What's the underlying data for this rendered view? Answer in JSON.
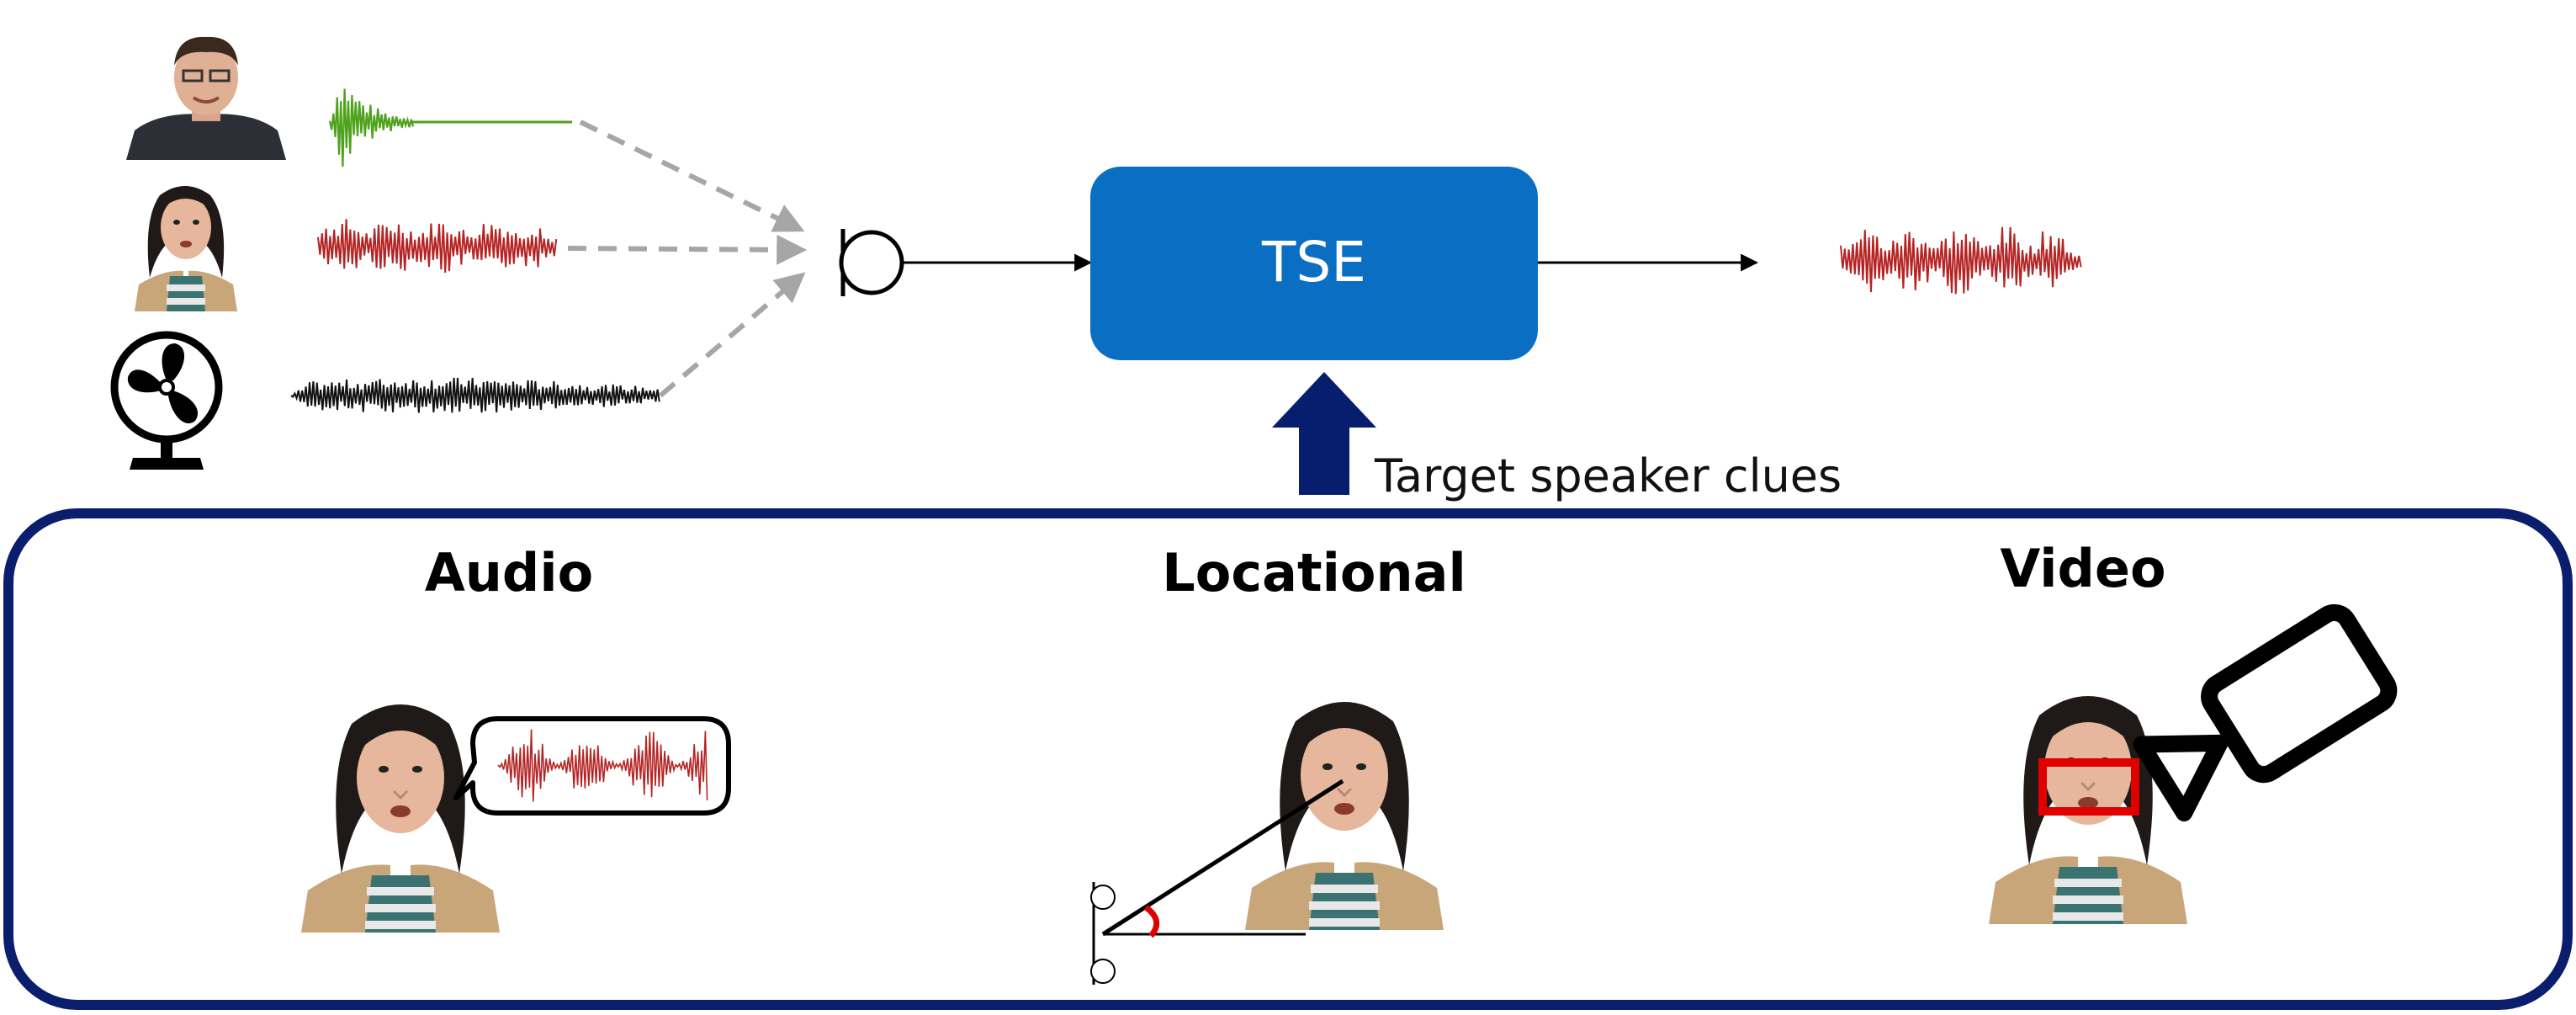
{
  "diagram": {
    "tse_label": "TSE",
    "clues_label": "Target speaker clues",
    "modalities": [
      "Audio",
      "Locational",
      "Video"
    ]
  },
  "colors": {
    "tse_box": "#0a6fc2",
    "clue_panel_border": "#0b1e6e",
    "clue_arrow": "#071d6e",
    "wave_male": "#4ea21c",
    "wave_female": "#b52424",
    "wave_noise": "#111111",
    "mic_connector": "#a6a6a6",
    "angle_mark": "#e00000",
    "mouth_box": "#e00000",
    "skin": "#e6b79c",
    "hair": "#1f1a18",
    "jacket": "#c9a57a",
    "shirt_stripes": "#3b7372"
  },
  "icons": [
    "male-speaker-photo",
    "female-speaker-photo",
    "fan-icon",
    "microphone-icon",
    "speech-bubble-icon",
    "mic-array-icon",
    "video-camera-icon"
  ]
}
